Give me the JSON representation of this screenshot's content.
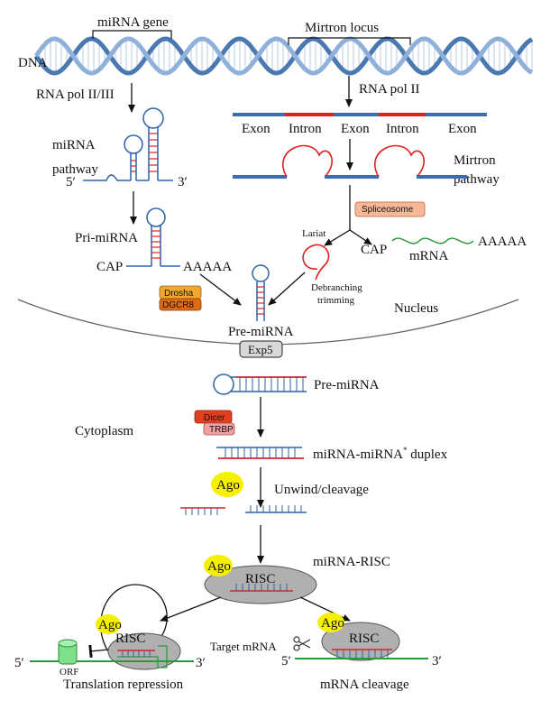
{
  "labels": {
    "dna": "DNA",
    "mirna_gene": "miRNA gene",
    "mirtron_locus": "Mirtron locus",
    "rna_pol_2_3": "RNA pol II/III",
    "rna_pol_2": "RNA pol II",
    "exon": "Exon",
    "intron": "Intron",
    "mirna_pathway_1": "miRNA",
    "mirna_pathway_2": "pathway",
    "mirtron_pathway_1": "Mirtron",
    "mirtron_pathway_2": "pathway",
    "five_prime": "5′",
    "three_prime": "3′",
    "spliceosome": "Spliceosome",
    "lariat": "Lariat",
    "cap": "CAP",
    "polya": "AAAAA",
    "mrna": "mRNA",
    "pri_mirna": "Pri-miRNA",
    "drosha": "Drosha",
    "dgcr8": "DGCR8",
    "debranching_1": "Debranching",
    "debranching_2": "trimming",
    "nucleus": "Nucleus",
    "pre_mirna": "Pre-miRNA",
    "exp5": "Exp5",
    "cytoplasm": "Cytoplasm",
    "dicer": "Dicer",
    "trbp": "TRBP",
    "duplex": "miRNA-miRNA",
    "duplex_star": "*",
    "duplex_suffix": " duplex",
    "ago": "Ago",
    "unwind": "Unwind/cleavage",
    "mirna_risc": "miRNA-RISC",
    "risc": "RISC",
    "target_mrna": "Target mRNA",
    "orf": "ORF",
    "translation_repression": "Translation repression",
    "mrna_cleavage": "mRNA cleavage"
  },
  "colors": {
    "dna_blue": "#4a78b0",
    "dna_light": "#a9c2e0",
    "rna_blue": "#2e62a8",
    "intron_red": "#e02020",
    "exon_blue": "#3b6db3",
    "spliceosome_fill": "#f6b896",
    "drosha_fill": "#f0a830",
    "dgcr8_fill": "#e06a10",
    "dicer_fill": "#e04020",
    "trbp_fill": "#f0a0a0",
    "ago_yellow": "#f5f000",
    "risc_gray": "#b0b0b0",
    "mrna_green": "#2a9a3a",
    "orf_green": "#7fe08a"
  },
  "icons": [
    "scissors-icon"
  ]
}
